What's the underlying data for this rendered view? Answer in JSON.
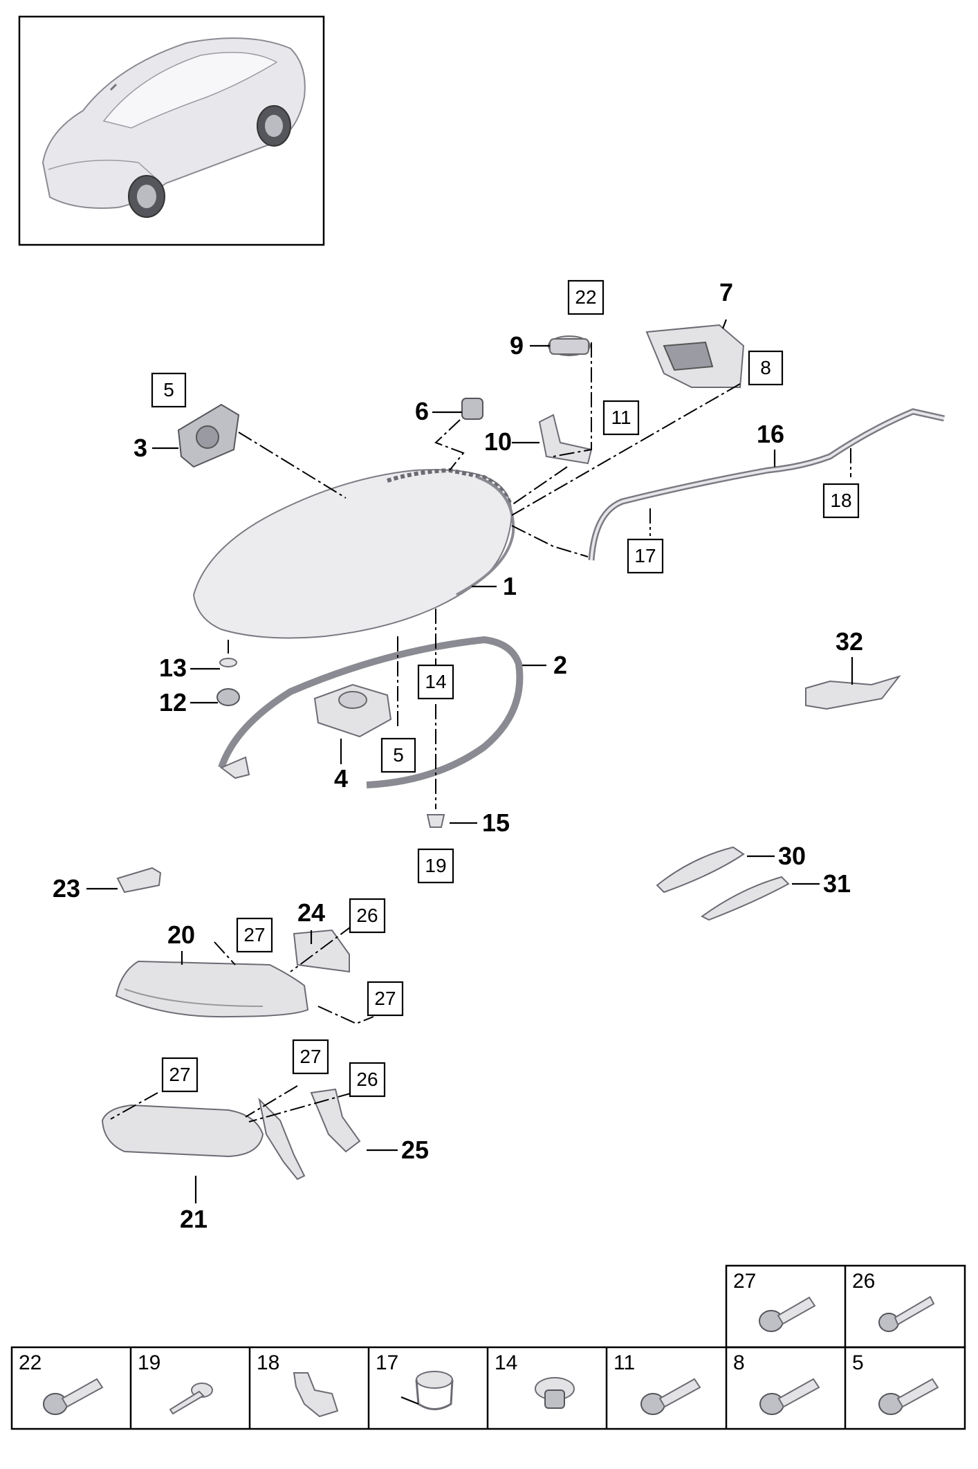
{
  "callouts": {
    "c1": "1",
    "c2": "2",
    "c3": "3",
    "c4": "4",
    "c6": "6",
    "c7": "7",
    "c9": "9",
    "c10": "10",
    "c12": "12",
    "c13": "13",
    "c15": "15",
    "c16": "16",
    "c20": "20",
    "c21": "21",
    "c23": "23",
    "c24": "24",
    "c25": "25",
    "c30": "30",
    "c31": "31",
    "c32": "32"
  },
  "boxed": {
    "b5a": "5",
    "b5b": "5",
    "b8": "8",
    "b11": "11",
    "b14": "14",
    "b17": "17",
    "b18": "18",
    "b19": "19",
    "b22": "22",
    "b26a": "26",
    "b26b": "26",
    "b27a": "27",
    "b27b": "27",
    "b27c": "27",
    "b27d": "27"
  },
  "fastener_table": {
    "top_row": [
      "27",
      "26"
    ],
    "bottom_row": [
      "22",
      "19",
      "18",
      "17",
      "14",
      "11",
      "8",
      "5"
    ]
  },
  "icons": [
    "car-overview-icon",
    "headlight-assembly-icon",
    "bolt-icon",
    "clip-icon",
    "grommet-icon"
  ]
}
